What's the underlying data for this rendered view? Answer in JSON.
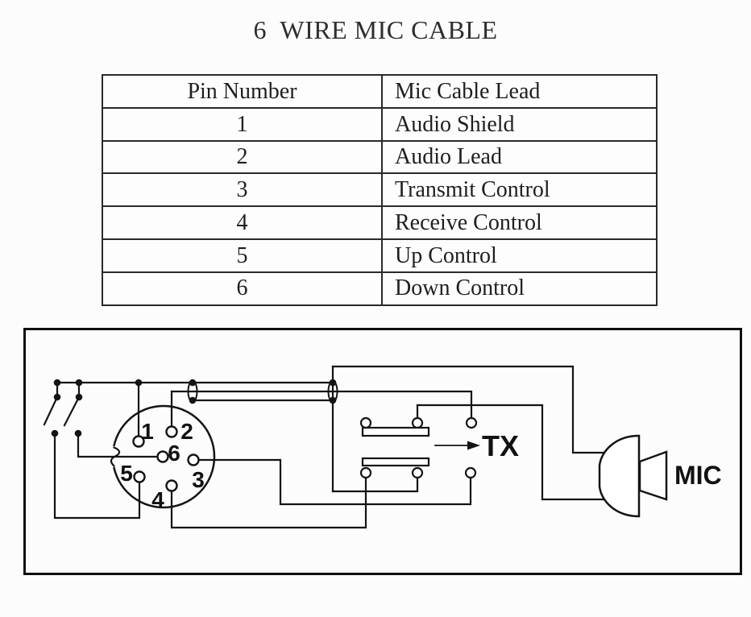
{
  "title": "6  WIRE MIC CABLE",
  "table": {
    "headers": [
      "Pin Number",
      "Mic Cable Lead"
    ],
    "rows": [
      [
        "1",
        "Audio Shield"
      ],
      [
        "2",
        "Audio Lead"
      ],
      [
        "3",
        "Transmit Control"
      ],
      [
        "4",
        "Receive Control"
      ],
      [
        "5",
        "Up Control"
      ],
      [
        "6",
        "Down Control"
      ]
    ]
  },
  "diagram": {
    "pin_labels": [
      "1",
      "2",
      "3",
      "4",
      "5",
      "6"
    ],
    "tx_label": "TX",
    "mic_label": "MIC"
  },
  "colors": {
    "ink": "#141414",
    "paper": "#fcfcfc"
  }
}
